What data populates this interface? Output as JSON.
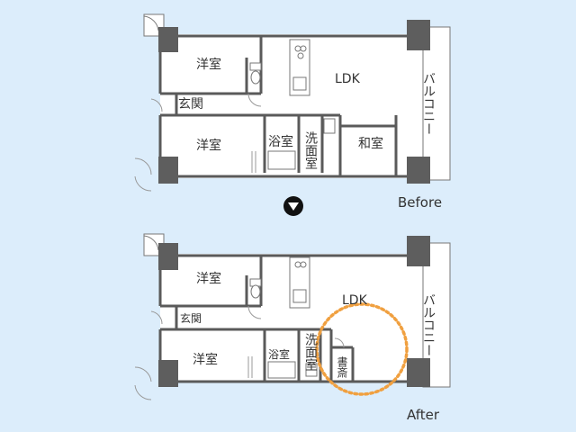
{
  "before": {
    "caption": "Before",
    "rooms": {
      "bedroom_top": "洋室",
      "ldk": "LDK",
      "balcony": "バルコニー",
      "entrance": "玄関",
      "bedroom_bottom": "洋室",
      "bath": "浴室",
      "washroom": "洗面室",
      "japanese_room": "和室"
    }
  },
  "after": {
    "caption": "After",
    "rooms": {
      "bedroom_top": "洋室",
      "ldk": "LDK",
      "balcony": "バルコニー",
      "entrance": "玄関",
      "bedroom_bottom": "洋室",
      "bath": "浴室",
      "washroom": "洗面室",
      "study": "書斎"
    }
  },
  "colors": {
    "background": "#dcedfb",
    "wall": "#5a5a5a",
    "pillar": "#5e5e5e",
    "floor": "#ffffff",
    "highlight": "#f0a040"
  },
  "icons": {
    "transition": "down-triangle-icon"
  }
}
